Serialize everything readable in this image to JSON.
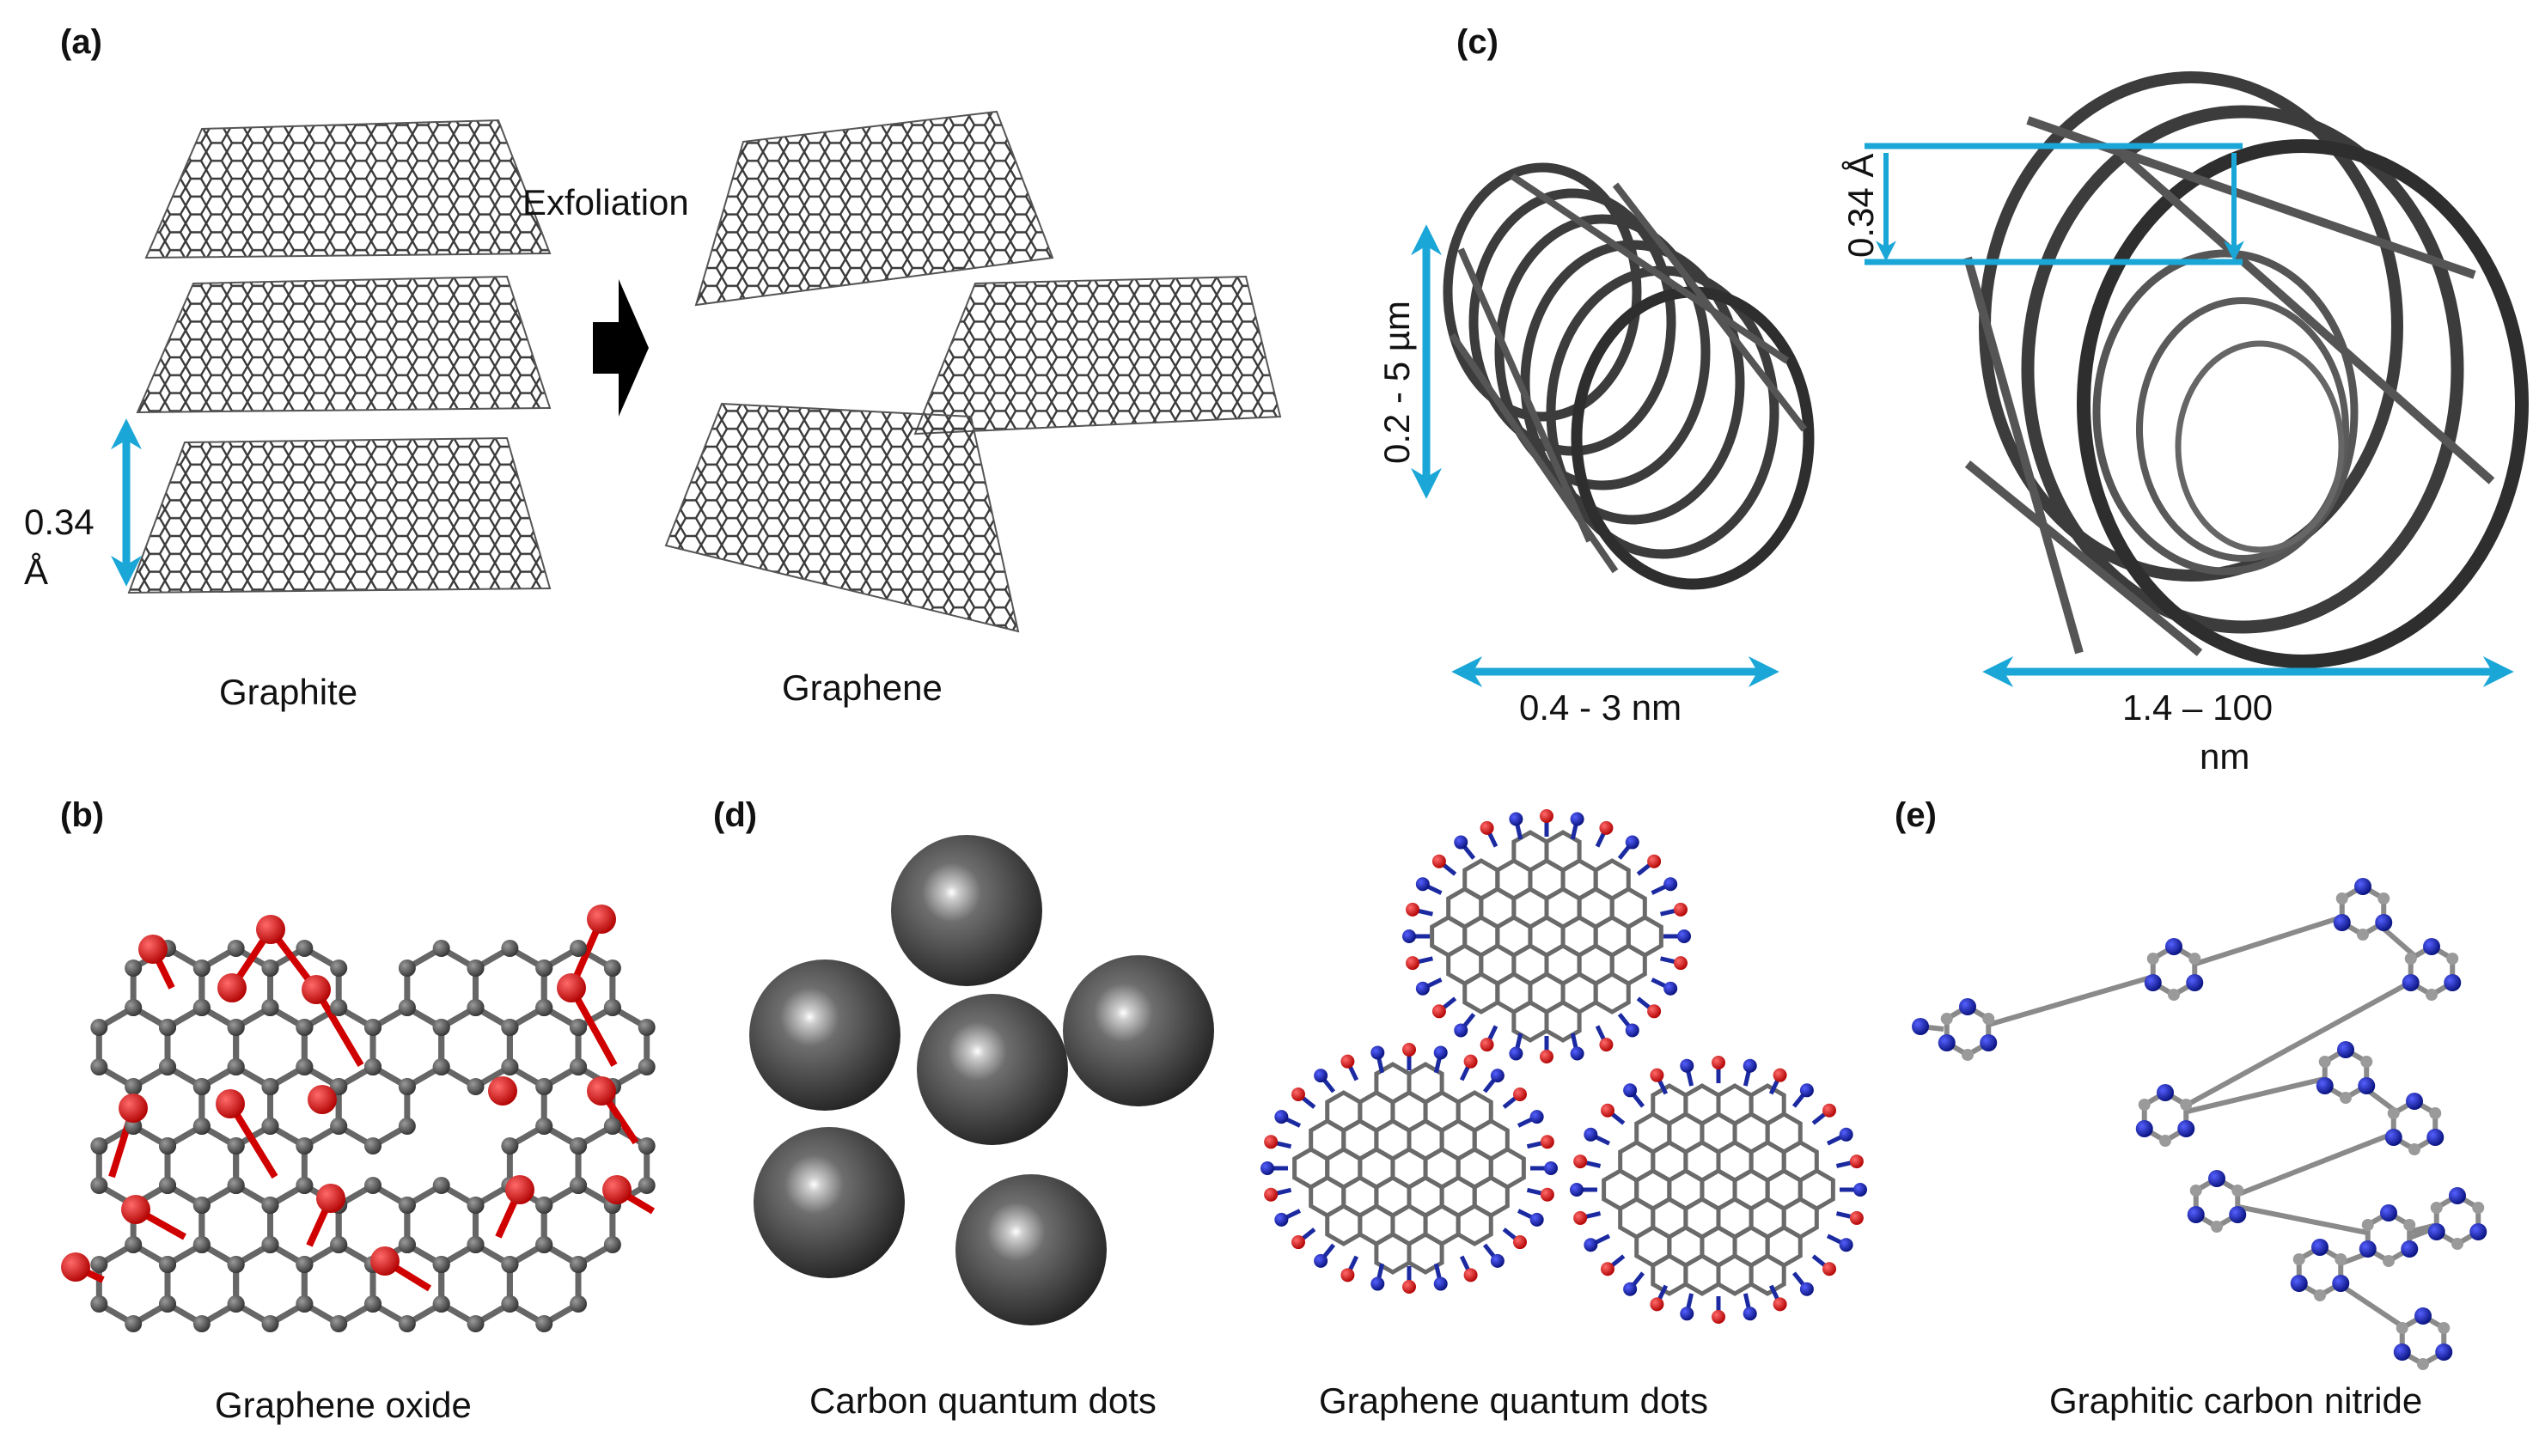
{
  "panels": {
    "a": {
      "label": "(a)",
      "exfoliation": "Exfoliation",
      "spacing_value": "0.34",
      "spacing_unit": "Å",
      "graphite_caption": "Graphite",
      "graphene_caption": "Graphene"
    },
    "b": {
      "label": "(b)",
      "caption": "Graphene oxide"
    },
    "c": {
      "label": "(c)",
      "swcnt_length": "0.2 -  5 µm",
      "swcnt_diameter": "0.4 -  3 nm",
      "mwcnt_spacing": "0.34 Å",
      "mwcnt_diameter_line1": "1.4 – 100",
      "mwcnt_diameter_line2": "nm"
    },
    "d": {
      "label": "(d)",
      "cqd_caption": "Carbon quantum dots",
      "gqd_caption": "Graphene quantum dots"
    },
    "e": {
      "label": "(e)",
      "caption": "Graphitic carbon nitride"
    }
  },
  "colors": {
    "carbon": "#4a4a4a",
    "oxygen": "#e00000",
    "nitrogen": "#0a1aa8",
    "dimension_arrow": "#1aa6d6",
    "arrow_black": "#000000"
  }
}
